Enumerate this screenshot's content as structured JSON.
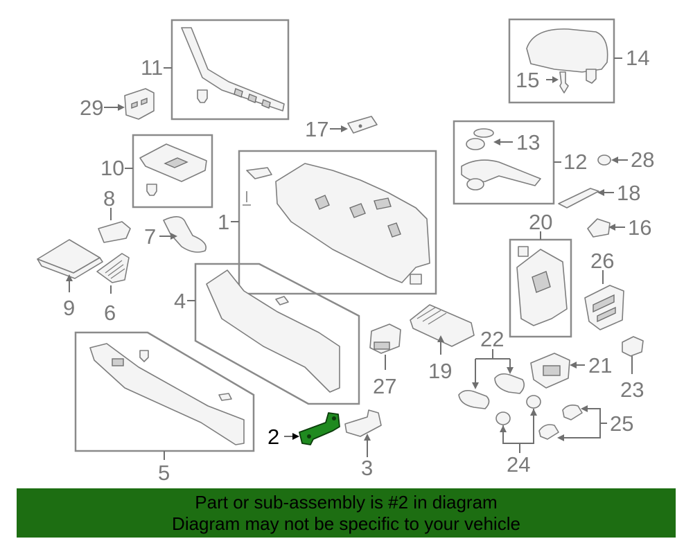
{
  "diagram": {
    "highlight_color": "#1f8a1f",
    "highlighted_part": "2",
    "callouts": {
      "p1": "1",
      "p2": "2",
      "p3": "3",
      "p4": "4",
      "p5": "5",
      "p6": "6",
      "p7": "7",
      "p8": "8",
      "p9": "9",
      "p10": "10",
      "p11": "11",
      "p12": "12",
      "p13": "13",
      "p14": "14",
      "p15": "15",
      "p16": "16",
      "p17": "17",
      "p18": "18",
      "p19": "19",
      "p20": "20",
      "p21": "21",
      "p22": "22",
      "p23": "23",
      "p24": "24",
      "p25": "25",
      "p26": "26",
      "p27": "27",
      "p28": "28",
      "p29": "29"
    }
  },
  "footer": {
    "background_color": "#1d6e12",
    "line1": "Part or sub-assembly is #2 in diagram",
    "line2": "Diagram may not be specific to your vehicle"
  }
}
